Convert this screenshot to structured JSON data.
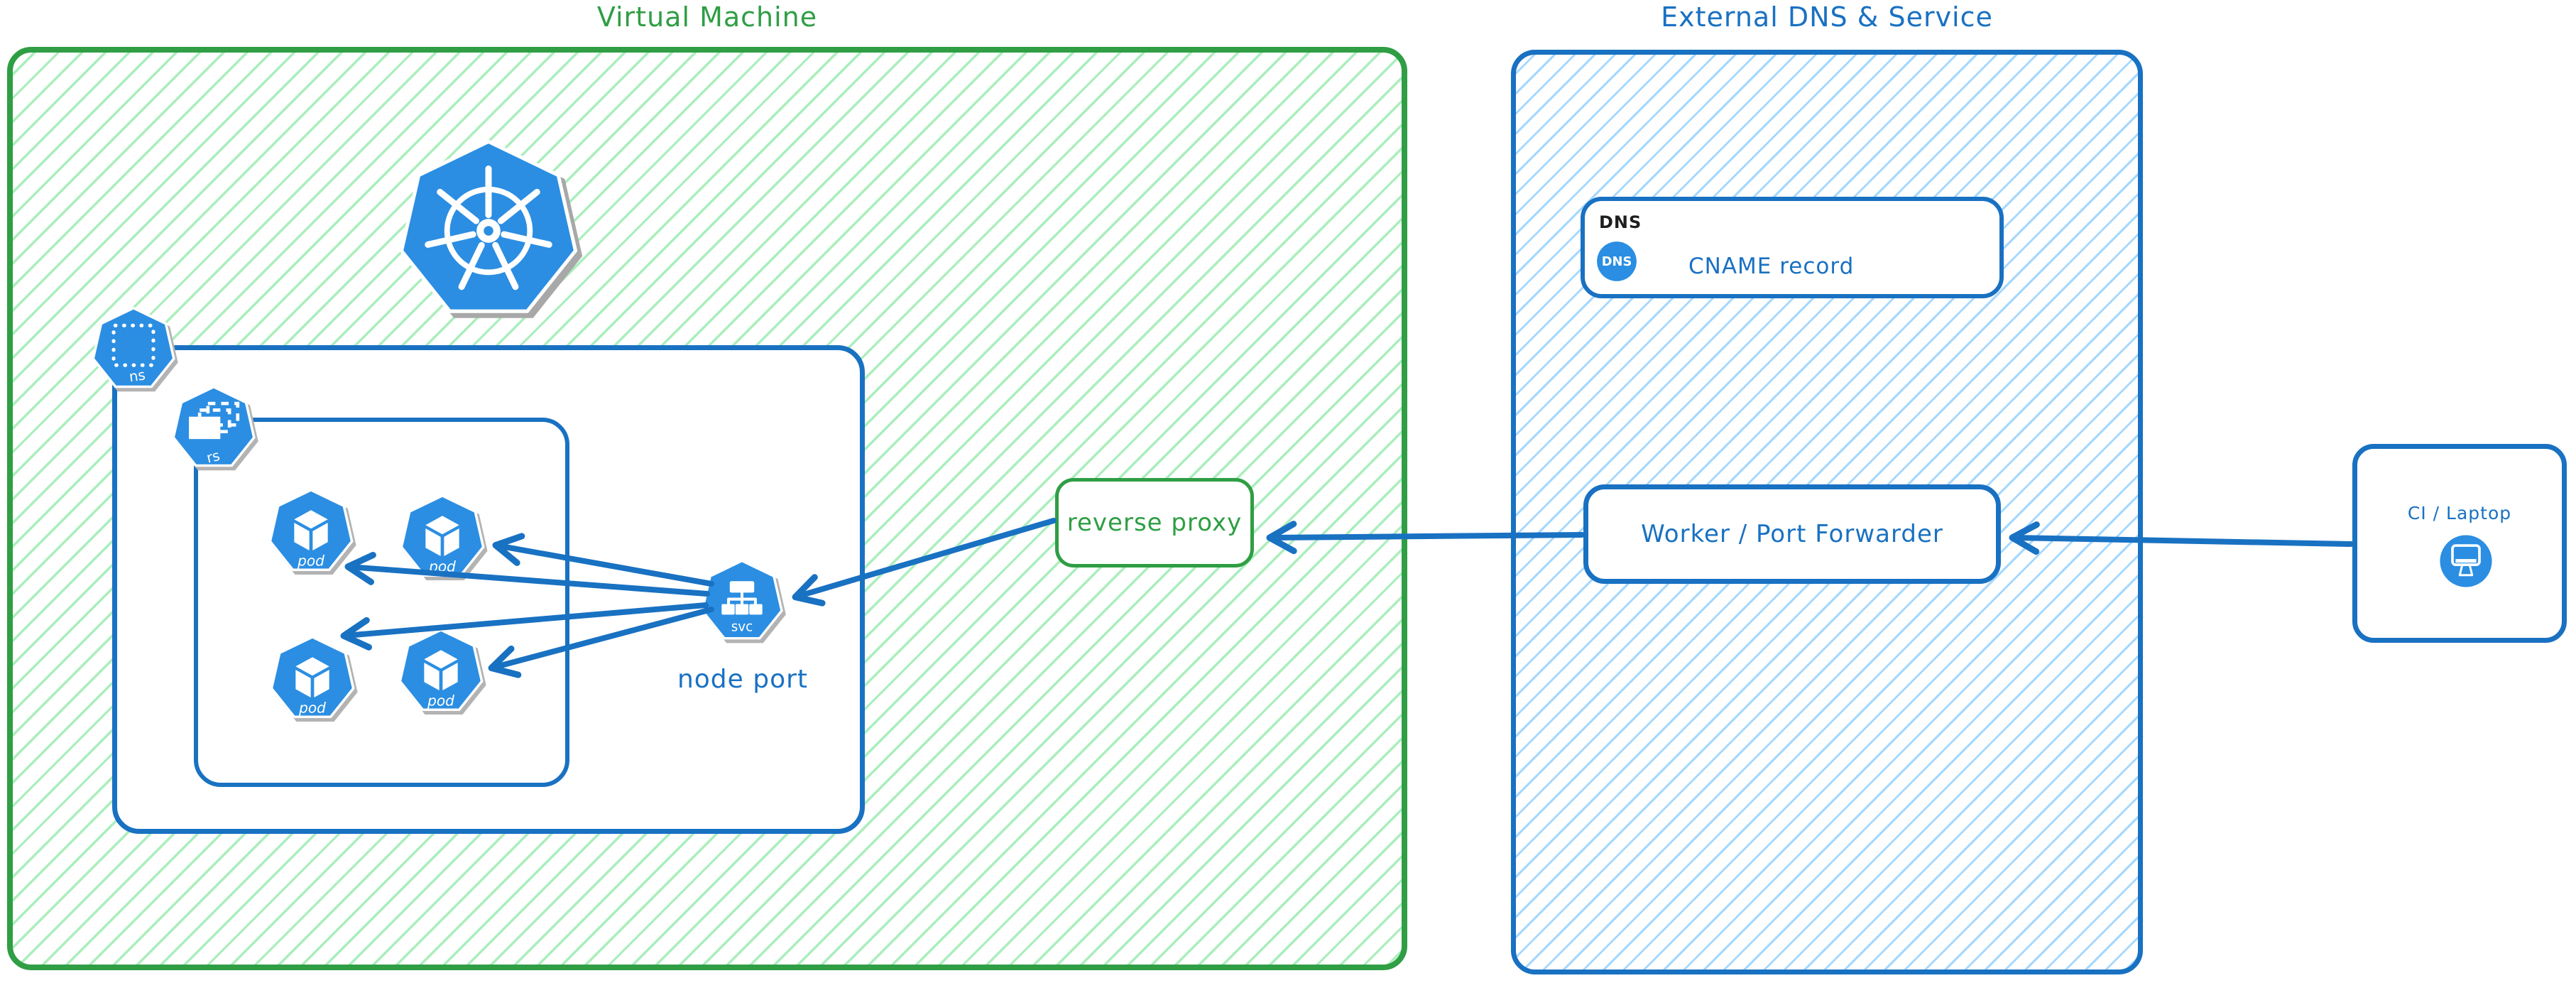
{
  "virtual_machine": {
    "title": "Virtual Machine",
    "namespace_icon_label": "ns",
    "replicaset_icon_label": "rs",
    "pod_label": "pod",
    "service_icon_label": "svc",
    "node_port_label": "node port",
    "reverse_proxy_label": "reverse proxy"
  },
  "external_dns": {
    "title": "External DNS & Service",
    "dns_record": {
      "header": "DNS",
      "badge": "DNS",
      "label": "CNAME record"
    },
    "worker_label": "Worker / Port Forwarder"
  },
  "ci": {
    "label": "CI / Laptop"
  },
  "colors": {
    "green": "#2f9e44",
    "green_hatch": "#abeebd",
    "blue": "#1971c2",
    "blue_hatch": "#a5d8ff",
    "icon_blue": "#2b8ee2",
    "text_black": "#1e1e1e"
  }
}
